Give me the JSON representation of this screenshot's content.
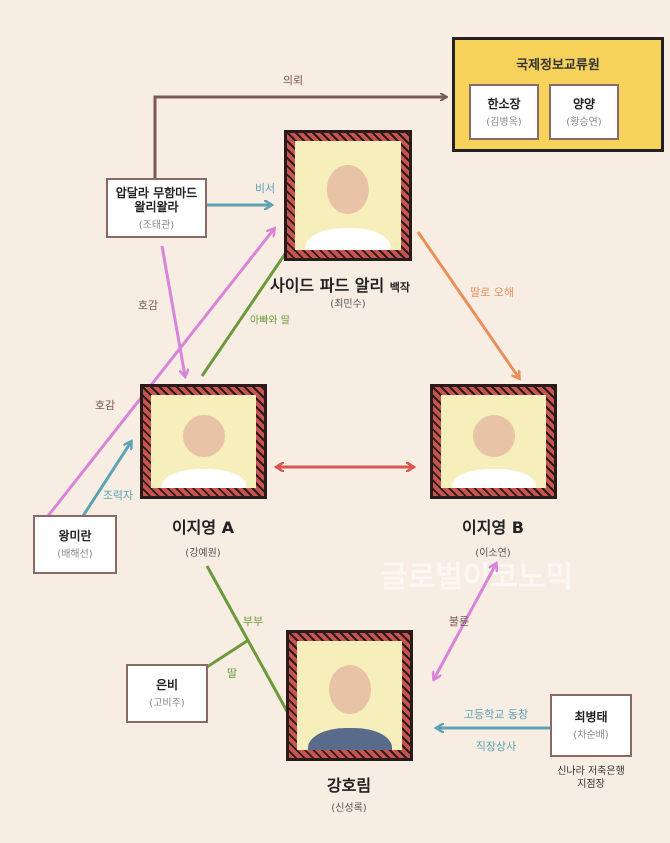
{
  "agency": {
    "title": "국제정보교류원",
    "members": [
      {
        "name": "한소장",
        "actor": "(김병옥)"
      },
      {
        "name": "양양",
        "actor": "(황승연)"
      }
    ]
  },
  "main": [
    {
      "name": "사이드 파드 알리",
      "suffix": "백작",
      "actor": "(최민수)"
    },
    {
      "name": "이지영 A",
      "actor": "(강예원)"
    },
    {
      "name": "이지영 B",
      "actor": "(이소연)"
    },
    {
      "name": "강호림",
      "actor": "(신성록)"
    }
  ],
  "side": {
    "abdallah": {
      "name1": "압달라 무함마드",
      "name2": "왈리왈라",
      "actor": "(조태관)"
    },
    "wangmiran": {
      "name": "왕미란",
      "actor": "(배해선)"
    },
    "eunbi": {
      "name": "은비",
      "actor": "(고비주)"
    },
    "choi": {
      "name": "최병태",
      "actor": "(차순배)",
      "caption1": "신나라 저축은행",
      "caption2": "지점장"
    }
  },
  "relations": {
    "request": "의뢰",
    "secretary": "비서",
    "like1": "호감",
    "like2": "호감",
    "helper": "조력자",
    "father_daughter": "아빠와 딸",
    "misread_daughter": "딸로 오해",
    "couple": "부부",
    "daughter": "딸",
    "affair": "불륜",
    "classmate": "고등학교 동창",
    "boss": "직장상사"
  },
  "watermark": "글로벌이코노믹",
  "colors": {
    "brown": "#7b5a55",
    "teal": "#5ea3b4",
    "pink": "#d884d8",
    "green": "#6a9a3c",
    "orange": "#e9905a",
    "red": "#d9574e"
  }
}
